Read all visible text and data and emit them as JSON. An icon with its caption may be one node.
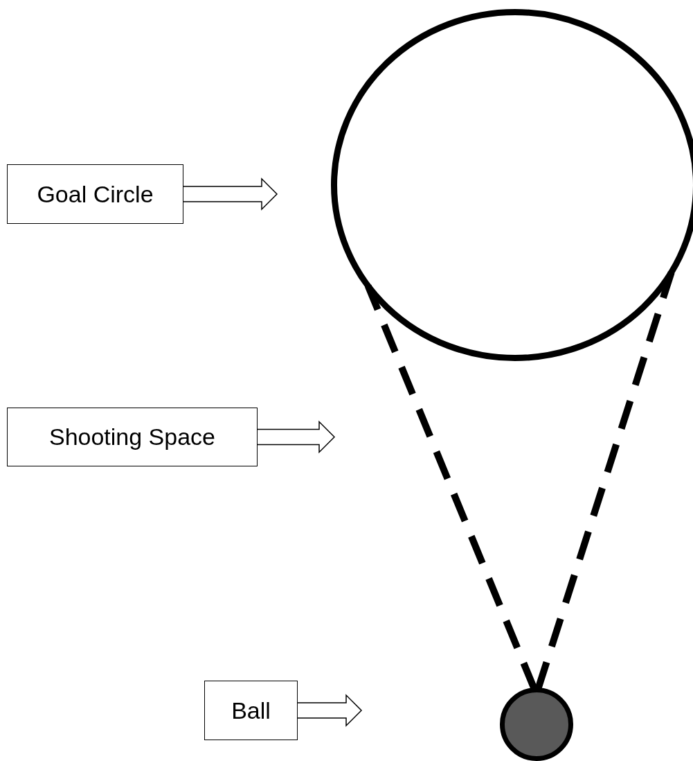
{
  "diagram": {
    "nodes": [
      {
        "text": [
          "Goal Circle"
        ]
      },
      {
        "text": [
          "Shooting Space"
        ]
      },
      {
        "text": [
          "Ball"
        ]
      },
      {
        "text": [],
        "shape": "circle"
      },
      {
        "text": [],
        "shape": "circle"
      }
    ],
    "edges": [
      {
        "from": 0,
        "to": null,
        "arrow": "to"
      },
      {
        "from": 1,
        "to": null,
        "arrow": "to"
      },
      {
        "from": 2,
        "to": null,
        "arrow": "to"
      },
      {
        "from": 4,
        "to": 3,
        "arrow": "none",
        "style": "dashed"
      },
      {
        "from": 4,
        "to": 3,
        "arrow": "none",
        "style": "dashed"
      }
    ]
  }
}
